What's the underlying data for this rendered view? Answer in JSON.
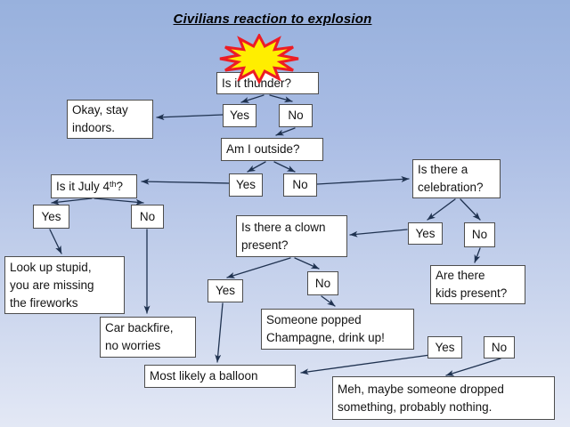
{
  "slide": {
    "title": "Civilians reaction to explosion",
    "background_top_color": "#98b1dd",
    "background_bottom_color": "#e3e8f5"
  },
  "style": {
    "box_fill": "#ffffff",
    "box_border": "#4d4d4d",
    "arrow_color": "#1f3250",
    "star_fill": "#ffee00",
    "star_border": "#ed1c24",
    "title_color": "#000000"
  },
  "nodes": {
    "explosion_star": {
      "shape": "starburst"
    },
    "is_it_thunder": {
      "label": "Is it thunder?"
    },
    "thunder_yes": {
      "label": "Yes"
    },
    "thunder_no": {
      "label": "No"
    },
    "okay_stay_indoors": {
      "label": "Okay, stay\nindoors."
    },
    "am_i_outside": {
      "label": "Am I outside?"
    },
    "outside_yes": {
      "label": "Yes"
    },
    "outside_no": {
      "label": "No"
    },
    "is_it_july_4th": {
      "pre": "Is it July 4",
      "sup": "th",
      "post": "?"
    },
    "july_yes": {
      "label": "Yes"
    },
    "july_no": {
      "label": "No"
    },
    "is_there_a_celebration": {
      "label": "Is there a\ncelebration?"
    },
    "celebration_yes": {
      "label": "Yes"
    },
    "celebration_no": {
      "label": "No"
    },
    "is_there_a_clown_present": {
      "label": "Is there a clown\npresent?"
    },
    "clown_yes": {
      "label": "Yes"
    },
    "clown_no": {
      "label": "No"
    },
    "are_there_kids_present": {
      "label": "Are there\nkids present?"
    },
    "kids_yes": {
      "label": "Yes"
    },
    "kids_no": {
      "label": "No"
    },
    "look_up_stupid": {
      "label": "Look up stupid,\nyou are missing\nthe fireworks"
    },
    "car_backfire": {
      "label": "Car backfire,\nno worries"
    },
    "someone_popped_champagne": {
      "label": "Someone popped\nChampagne, drink up!"
    },
    "most_likely_a_balloon": {
      "label": "Most likely a balloon"
    },
    "meh_probably_nothing": {
      "label": "Meh, maybe someone dropped\nsomething, probably nothing."
    }
  },
  "edges": [
    {
      "from": "is_it_thunder",
      "via": "Yes",
      "to": "okay_stay_indoors"
    },
    {
      "from": "is_it_thunder",
      "via": "No",
      "to": "am_i_outside"
    },
    {
      "from": "am_i_outside",
      "via": "Yes",
      "to": "is_it_july_4th"
    },
    {
      "from": "am_i_outside",
      "via": "No",
      "to": "is_there_a_celebration"
    },
    {
      "from": "is_it_july_4th",
      "via": "Yes",
      "to": "look_up_stupid"
    },
    {
      "from": "is_it_july_4th",
      "via": "No",
      "to": "car_backfire"
    },
    {
      "from": "is_there_a_celebration",
      "via": "Yes",
      "to": "is_there_a_clown_present"
    },
    {
      "from": "is_there_a_celebration",
      "via": "No",
      "to": "are_there_kids_present"
    },
    {
      "from": "is_there_a_clown_present",
      "via": "Yes",
      "to": "most_likely_a_balloon"
    },
    {
      "from": "is_there_a_clown_present",
      "via": "No",
      "to": "someone_popped_champagne"
    },
    {
      "from": "are_there_kids_present",
      "via": "Yes",
      "to": "most_likely_a_balloon"
    },
    {
      "from": "are_there_kids_present",
      "via": "No",
      "to": "meh_probably_nothing"
    }
  ]
}
